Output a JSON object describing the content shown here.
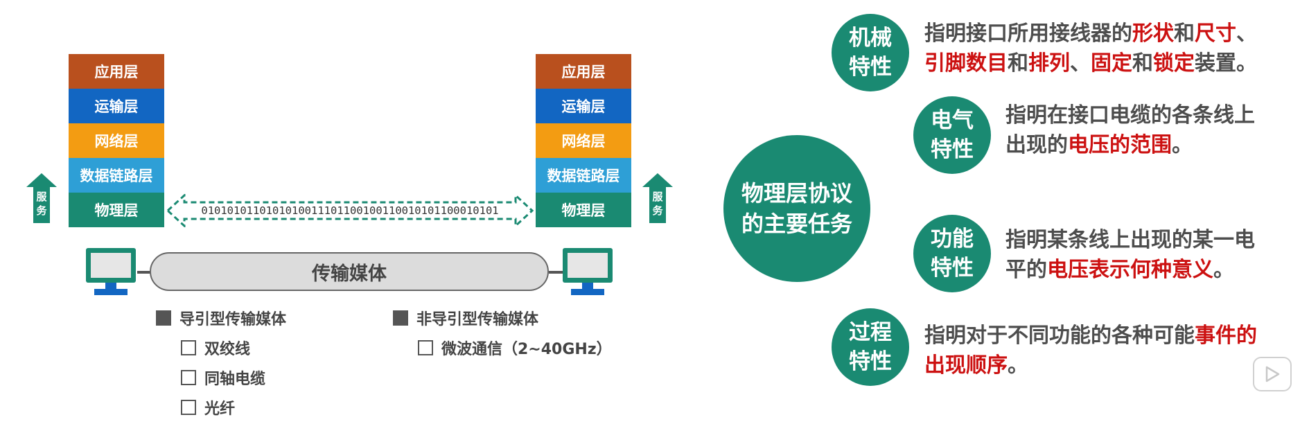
{
  "left_stack": {
    "layers": [
      {
        "label": "应用层",
        "color": "#b9501e"
      },
      {
        "label": "运输层",
        "color": "#1266c2"
      },
      {
        "label": "网络层",
        "color": "#f39c12"
      },
      {
        "label": "数据链路层",
        "color": "#2e9fd6"
      },
      {
        "label": "物理层",
        "color": "#1a8a72"
      }
    ],
    "service_line1": "服",
    "service_line2": "务"
  },
  "right_stack": {
    "layers": [
      {
        "label": "应用层",
        "color": "#b9501e"
      },
      {
        "label": "运输层",
        "color": "#1266c2"
      },
      {
        "label": "网络层",
        "color": "#f39c12"
      },
      {
        "label": "数据链路层",
        "color": "#2e9fd6"
      },
      {
        "label": "物理层",
        "color": "#1a8a72"
      }
    ],
    "service_line1": "服",
    "service_line2": "务"
  },
  "bitstream": "0101010110101010011101100100110010101100010101",
  "medium_label": "传输媒体",
  "legend": {
    "guided": {
      "label": "导引型传输媒体",
      "items": [
        "双绞线",
        "同轴电缆",
        "光纤"
      ]
    },
    "unguided": {
      "label": "非导引型传输媒体",
      "items": [
        "微波通信（2~40GHz）"
      ]
    }
  },
  "central_task": {
    "line1": "物理层协议",
    "line2": "的主要任务"
  },
  "characteristics": {
    "mechanical": {
      "title1": "机械",
      "title2": "特性",
      "l1_a": "指明接口所用接线器的",
      "l1_b": "形状",
      "l1_c": "和",
      "l1_d": "尺寸",
      "l1_e": "、",
      "l2_a": "引脚数目",
      "l2_b": "和",
      "l2_c": "排列",
      "l2_d": "、",
      "l2_e": "固定",
      "l2_f": "和",
      "l2_g": "锁定",
      "l2_h": "装置。"
    },
    "electrical": {
      "title1": "电气",
      "title2": "特性",
      "l1": "指明在接口电缆的各条线上",
      "l2_a": "出现的",
      "l2_b": "电压的范围",
      "l2_c": "。"
    },
    "functional": {
      "title1": "功能",
      "title2": "特性",
      "l1": "指明某条线上出现的某一电",
      "l2_a": "平的",
      "l2_b": "电压表示何种意义",
      "l2_c": "。"
    },
    "procedural": {
      "title1": "过程",
      "title2": "特性",
      "l1_a": "指明对于不同功能的各种可能",
      "l1_b": "事件的",
      "l2_a": "出现顺序",
      "l2_b": "。"
    }
  },
  "colors": {
    "green": "#1a8a72",
    "red": "#cc1111",
    "dark_text": "#4d4d4d"
  }
}
